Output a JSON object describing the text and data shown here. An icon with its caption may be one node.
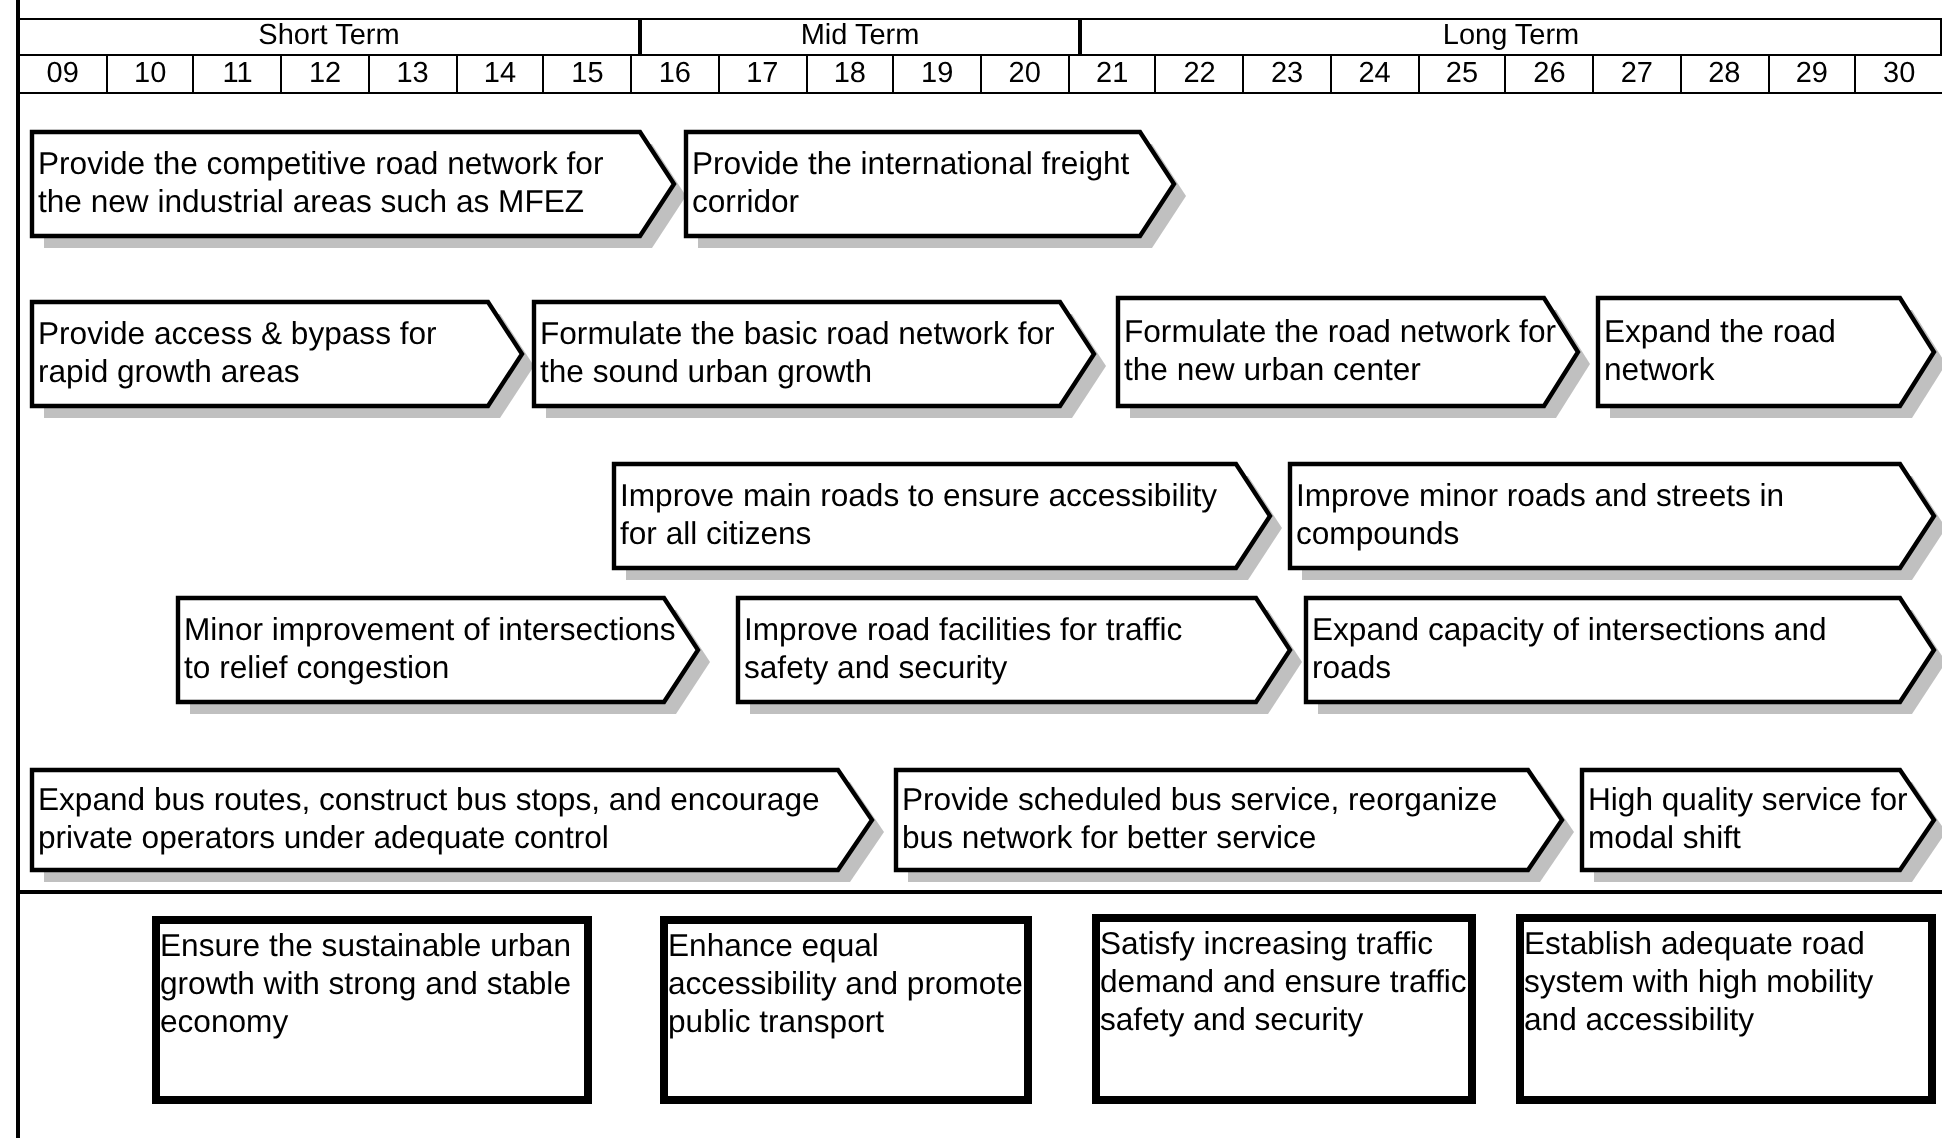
{
  "diagram": {
    "nodes": [
      {
        "text": [
          "Provide the competitive road network for the new industrial areas such as MFEZ"
        ]
      },
      {
        "text": [
          "Provide the international freight corridor"
        ]
      },
      {
        "text": [
          "Provide access & bypass for rapid growth areas"
        ]
      },
      {
        "text": [
          "Formulate the basic road network for the sound urban growth"
        ]
      },
      {
        "text": [
          "Formulate the road network for the new urban center"
        ]
      },
      {
        "text": [
          "Expand the road network"
        ]
      },
      {
        "text": [
          "Improve main roads to ensure accessibility for all citizens"
        ]
      },
      {
        "text": [
          "Improve minor roads and streets in compounds"
        ]
      },
      {
        "text": [
          "Minor improvement of intersections to relief congestion"
        ]
      },
      {
        "text": [
          "Improve road facilities for traffic safety and security"
        ]
      },
      {
        "text": [
          "Expand capacity of intersections and roads"
        ]
      },
      {
        "text": [
          "Expand bus routes, construct bus stops, and encourage private operators under adequate control"
        ]
      },
      {
        "text": [
          "Provide scheduled bus service, reorganize bus network for better service"
        ]
      },
      {
        "text": [
          "High quality service for modal shift"
        ]
      },
      {
        "text": [
          "Ensure the sustainable urban growth with strong and stable economy"
        ]
      },
      {
        "text": [
          "Enhance equal accessibility and promote public transport"
        ]
      },
      {
        "text": [
          "Satisfy increasing traffic demand and ensure traffic safety and security"
        ]
      },
      {
        "text": [
          "Establish adequate road system with high mobility and accessibility"
        ]
      }
    ],
    "edges": [],
    "labels": [
      "Short Term",
      "Mid Term",
      "Long Term",
      "09",
      "10",
      "11",
      "12",
      "13",
      "14",
      "15",
      "16",
      "17",
      "18",
      "19",
      "20",
      "21",
      "22",
      "23",
      "24",
      "25",
      "26",
      "27",
      "28",
      "29",
      "30"
    ]
  }
}
